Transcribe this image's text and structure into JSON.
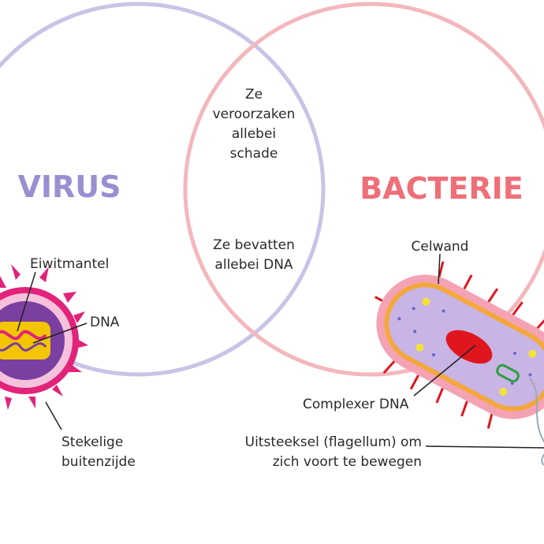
{
  "titles": {
    "virus": "VIRUS",
    "bacterie": "BACTERIE"
  },
  "overlap": {
    "line1": [
      "Ze",
      "veroorzaken",
      "allebei",
      "schade"
    ],
    "line2": [
      "Ze bevatten",
      "allebei DNA"
    ]
  },
  "virus_labels": {
    "eiwitmantel": "Eiwitmantel",
    "dna": "DNA",
    "stekelig": [
      "Stekelige",
      "buitenzijde"
    ]
  },
  "bacterie_labels": {
    "celwand": "Celwand",
    "complexer_dna": "Complexer DNA",
    "flagellum": [
      "Uitsteeksel (flagellum) om",
      "zich voort te bewegen"
    ]
  },
  "colors": {
    "virus_circle": "#c9c3e6",
    "bacterie_circle": "#f3b7bd",
    "virus_title": "#9b8fd1",
    "bacterie_title": "#ef6f78",
    "virus_spike": "#e2237a",
    "virus_core": "#7a3fa0",
    "virus_dna": "#f2c500",
    "bact_wall": "#f4a3b5",
    "bact_body": "#c9b4e6",
    "bact_dna": "#e0161f",
    "bact_rim": "#f3a83c"
  }
}
